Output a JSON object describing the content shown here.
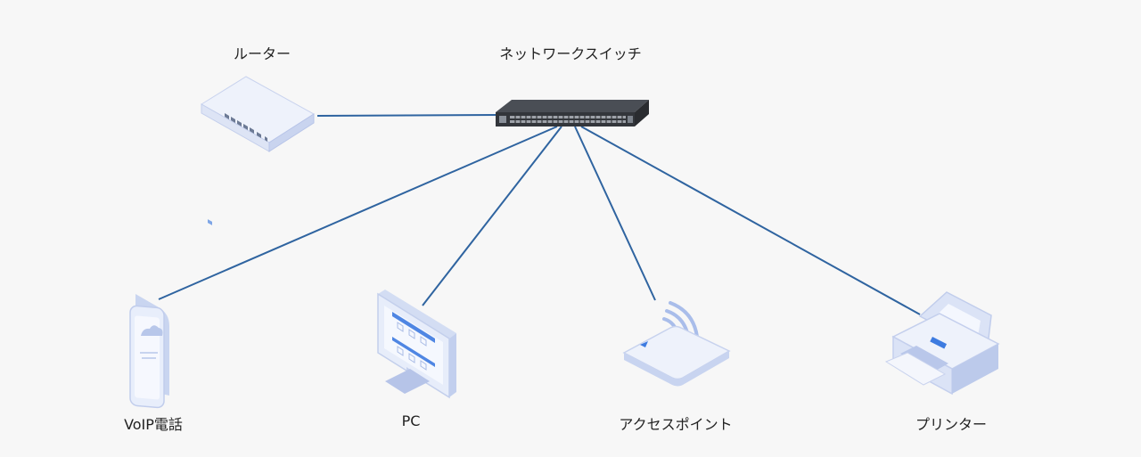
{
  "colors": {
    "background": "#f7f7f7",
    "link_line": "#2f64a0",
    "device_body": "#e6ecf8",
    "device_edge": "#bcc9ea",
    "accent": "#3d7be0",
    "switch_body": "#3a3d42"
  },
  "nodes": {
    "router": {
      "label": "ルーター",
      "icon": "router-icon"
    },
    "switch": {
      "label": "ネットワークスイッチ",
      "icon": "network-switch-icon"
    },
    "phone": {
      "label": "VoIP電話",
      "icon": "voip-phone-icon"
    },
    "pc": {
      "label": "PC",
      "icon": "pc-monitor-icon"
    },
    "ap": {
      "label": "アクセスポイント",
      "icon": "access-point-icon"
    },
    "printer": {
      "label": "プリンター",
      "icon": "printer-icon"
    }
  },
  "links": [
    {
      "from": "router",
      "to": "switch"
    },
    {
      "from": "switch",
      "to": "phone"
    },
    {
      "from": "switch",
      "to": "pc"
    },
    {
      "from": "switch",
      "to": "ap"
    },
    {
      "from": "switch",
      "to": "printer"
    }
  ]
}
